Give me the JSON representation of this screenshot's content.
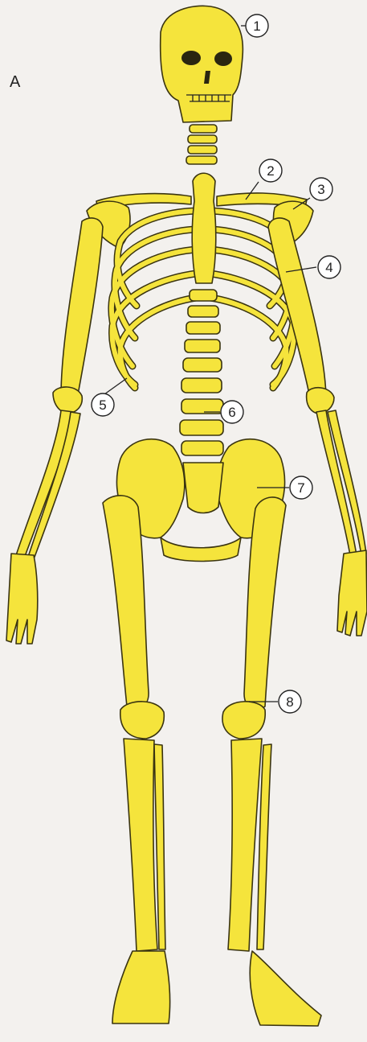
{
  "figure_letter": "A",
  "colors": {
    "bone": "#f5e43c",
    "outline": "#3a3410",
    "background": "#f3f1ee"
  },
  "callouts": [
    {
      "number": "1"
    },
    {
      "number": "2"
    },
    {
      "number": "3"
    },
    {
      "number": "4"
    },
    {
      "number": "5"
    },
    {
      "number": "6"
    },
    {
      "number": "7"
    },
    {
      "number": "8"
    }
  ]
}
